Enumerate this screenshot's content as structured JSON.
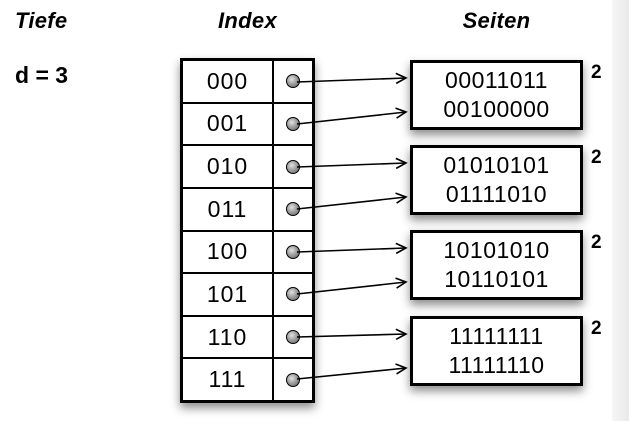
{
  "labels": {
    "depth_caption": "Tiefe",
    "depth_value": "d = 3",
    "index_caption": "Index",
    "pages_caption": "Seiten"
  },
  "index_table": {
    "rows": [
      "000",
      "001",
      "010",
      "011",
      "100",
      "101",
      "110",
      "111"
    ]
  },
  "pages": [
    {
      "entries": [
        "00011011",
        "00100000"
      ],
      "local_depth": "2"
    },
    {
      "entries": [
        "01010101",
        "01111010"
      ],
      "local_depth": "2"
    },
    {
      "entries": [
        "10101010",
        "10110101"
      ],
      "local_depth": "2"
    },
    {
      "entries": [
        "11111111",
        "11111110"
      ],
      "local_depth": "2"
    }
  ],
  "icons": {
    "pointer_dot": "filled-circle",
    "arrow": "open-right-arrowhead"
  },
  "colors": {
    "background": "#ffffff",
    "stroke": "#000000",
    "dot_fill": "#909090",
    "right_band": "#ededed",
    "shadow": "rgba(0,0,0,0.45)"
  }
}
